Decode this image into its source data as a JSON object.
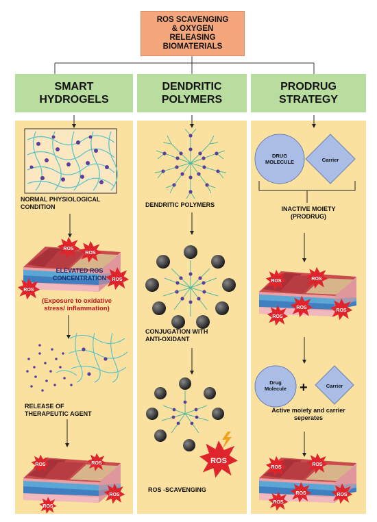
{
  "title": {
    "line1": "ROS SCAVENGING",
    "line2": "& OXYGEN",
    "line3": "RELEASING",
    "line4": "BIOMATERIALS"
  },
  "columns": [
    {
      "header_line1": "SMART",
      "header_line2": "HYDROGELS",
      "steps": {
        "normal_line1": "NORMAL PHYSIOLOGICAL",
        "normal_line2": "CONDITION",
        "elevated_line1": "ELEVATED ROS",
        "elevated_line2": "CONCENTRATION",
        "exposure_line1": "(Exposure to oxidative",
        "exposure_line2": "stress/ inflammation)",
        "release_line1": "RELEASE OF",
        "release_line2": "THERAPEUTIC AGENT"
      }
    },
    {
      "header_line1": "DENDRITIC",
      "header_line2": "POLYMERS",
      "steps": {
        "dendritic": "DENDRITIC POLYMERS",
        "conj_line1": "CONJUGATION WITH",
        "conj_line2": "ANTI-OXIDANT",
        "scavenging": "ROS -SCAVENGING"
      }
    },
    {
      "header_line1": "PRODRUG",
      "header_line2": "STRATEGY",
      "steps": {
        "drug_line1": "DRUG",
        "drug_line2": "MOLECULE",
        "carrier": "Carrier",
        "inactive_line1": "INACTIVE MOIETY",
        "inactive_line2": "(PRODRUG)",
        "drug2_line1": "Drug",
        "drug2_line2": "Molecule",
        "carrier2": "Carrier",
        "plus": "+",
        "active_line1": "Active moiety and carrier",
        "active_line2": "seperates"
      }
    }
  ],
  "ros_label": "ROS",
  "colors": {
    "title_box": "#f4a77c",
    "header_box": "#b9dd9e",
    "column_bg": "#fbe1a0",
    "network": "#5cc3c9",
    "node": "#5a3d9a",
    "burst": "#e0242c",
    "sphere": "#2f2f2f",
    "drug_shape": "#a9bde6"
  }
}
